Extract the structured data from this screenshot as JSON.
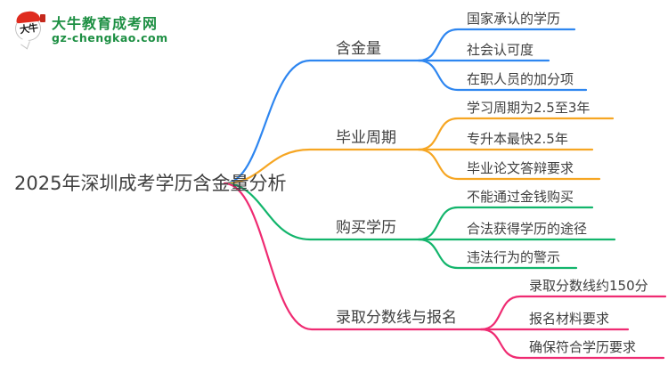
{
  "logo": {
    "icon_text": "大牛",
    "title": "大牛教育成考网",
    "subtitle": "gz-chengkao.com",
    "brand_green": "#1d8f43",
    "brand_red": "#df2b1e",
    "seal_red": "#c5281c"
  },
  "root": {
    "label": "2025年深圳成考学历含金量分析"
  },
  "colors": {
    "node_text": "#3f3f3f"
  },
  "branches": [
    {
      "label": "含金量",
      "color": "#2e86f0",
      "children": [
        "国家承认的学历",
        "社会认可度",
        "在职人员的加分项"
      ]
    },
    {
      "label": "毕业周期",
      "color": "#f6a623",
      "children": [
        "学习周期为2.5至3年",
        "专升本最快2.5年",
        "毕业论文答辩要求"
      ]
    },
    {
      "label": "购买学历",
      "color": "#13b56c",
      "children": [
        "不能通过金钱购买",
        "合法获得学历的途径",
        "违法行为的警示"
      ]
    },
    {
      "label": "录取分数线与报名",
      "color": "#ef2b72",
      "children": [
        "录取分数线约150分",
        "报名材料要求",
        "确保符合学历要求"
      ]
    }
  ]
}
